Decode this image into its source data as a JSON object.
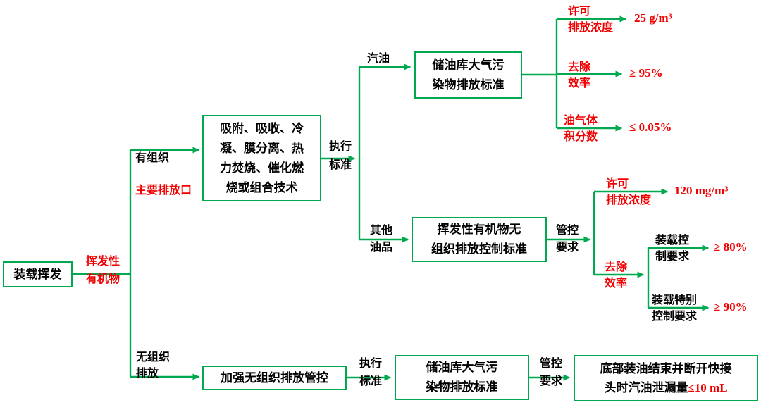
{
  "colors": {
    "line_green": "#00A94F",
    "accent_red": "#F00000",
    "text_black": "#000000"
  },
  "nodes": {
    "root": "装载挥发",
    "tech": "吸附、吸收、冷\n凝、膜分离、热\n力焚烧、催化燃\n烧或组合技术",
    "depot_std_top": "储油库大气污\n染物排放标准",
    "voc_std": "挥发性有机物无\n组织排放控制标准",
    "strengthen": "加强无组织排放管控",
    "depot_std_bottom": "储油库大气污\n染物排放标准",
    "bottom_line1": "底部装油结束并断开快接",
    "bottom_line2_black": "头时汽油泄漏量",
    "bottom_line2_red": "≤10 mL"
  },
  "labels": {
    "voc": "挥发性\n有机物",
    "organized": "有组织",
    "main_outlet": "主要排放口",
    "exec_std_top": "执行\n标准",
    "gasoline": "汽油",
    "permit_conc_top": "许可\n排放浓度",
    "removal_eff_top": "去除\n效率",
    "oil_gas_frac": "油气体\n积分数",
    "other_oil": "其他\n油品",
    "control_req_mid": "管控\n要求",
    "permit_conc_mid": "许可\n排放浓度",
    "removal_eff_mid": "去除\n效率",
    "load_control": "装载控\n制要求",
    "load_special": "装载特别\n控制要求",
    "fugitive": "无组织\n排放",
    "exec_std_bottom": "执行\n标准",
    "control_req_bottom": "管控\n要求"
  },
  "values": {
    "permit_top": "25 g/m³",
    "removal_top": "≥ 95%",
    "oil_gas": "≤ 0.05%",
    "permit_mid": "120 mg/m³",
    "load_control": "≥ 80%",
    "load_special": "≥ 90%"
  }
}
